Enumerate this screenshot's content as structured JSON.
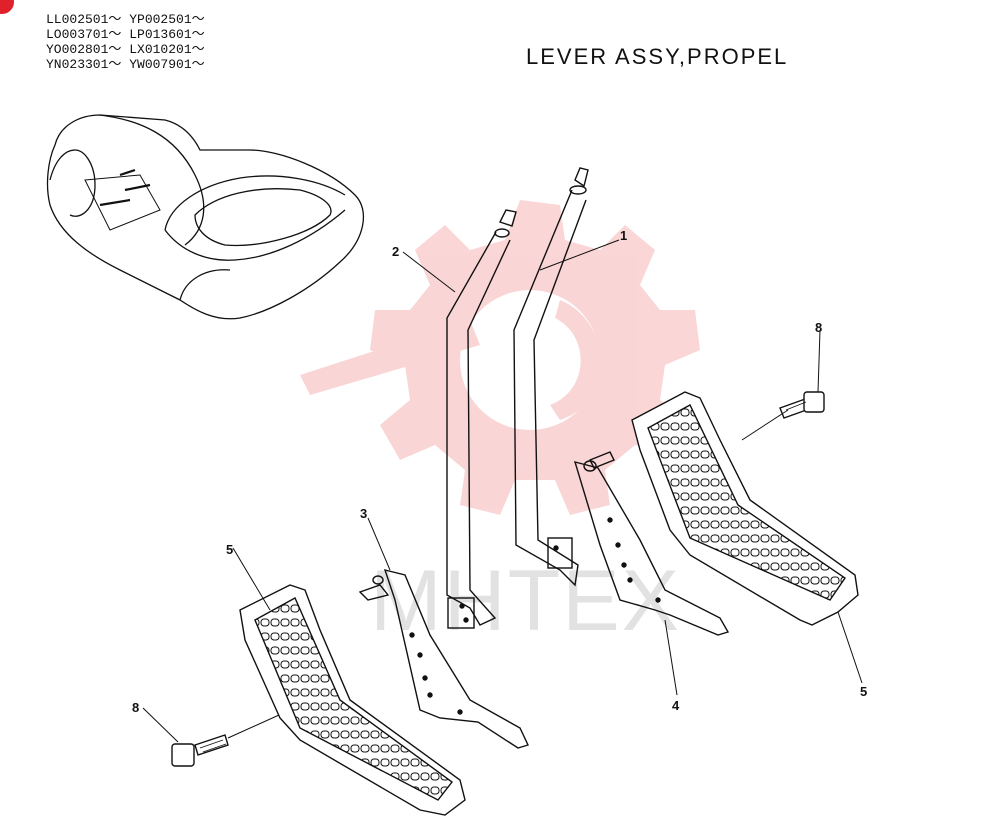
{
  "serial_ranges": [
    "LL002501～ YP002501～",
    "LO003701～ LP013601～",
    "YO002801～ LX010201～",
    "YN023301～ YW007901～"
  ],
  "title": "LEVER ASSY,PROPEL",
  "watermark": {
    "text": "MHTEX",
    "color": "#f08a8a"
  },
  "callouts": {
    "c1": "1",
    "c2": "2",
    "c3": "3",
    "c4": "4",
    "c5a": "5",
    "c5b": "5",
    "c8a": "8",
    "c8b": "8"
  },
  "colors": {
    "line": "#111111",
    "background": "#ffffff",
    "corner_badge": "#e0202a"
  }
}
